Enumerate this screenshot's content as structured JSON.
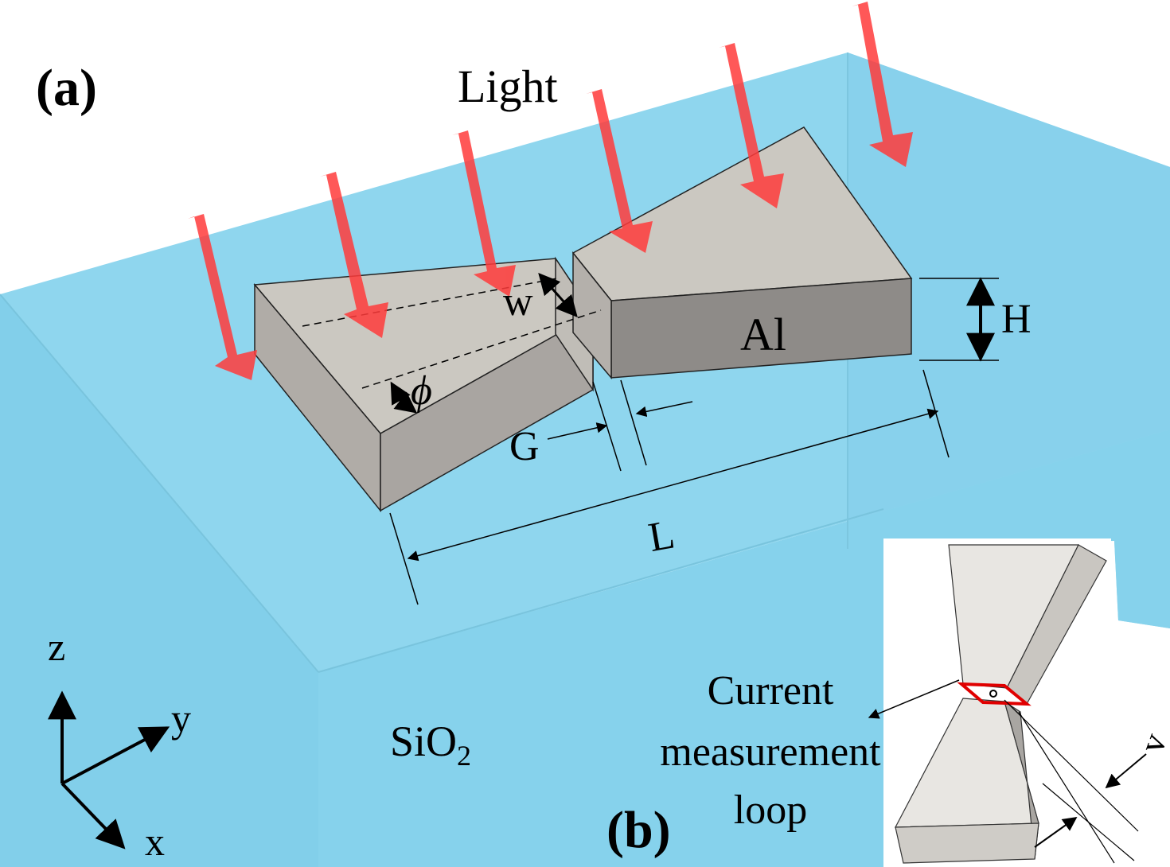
{
  "labels": {
    "panel_a": "(a)",
    "panel_b": "(b)",
    "light": "Light",
    "metal": "Al",
    "substrate": "SiO",
    "substrate_subscript": "2",
    "height": "H",
    "width": "w",
    "angle": "ϕ",
    "gap": "G",
    "length": "L",
    "axis_x": "x",
    "axis_y": "y",
    "axis_z": "z",
    "loop_line1": "Current",
    "loop_line2": "measurement",
    "loop_line3": "loop",
    "inset_dim": "v"
  },
  "colors": {
    "substrate_top": "#8fd6ee",
    "substrate_front": "#86d2ec",
    "metal_top": "#cbc8c1",
    "metal_side": "#8e8b88",
    "arrow": "#ff3b3b",
    "loop": "#e00000"
  }
}
